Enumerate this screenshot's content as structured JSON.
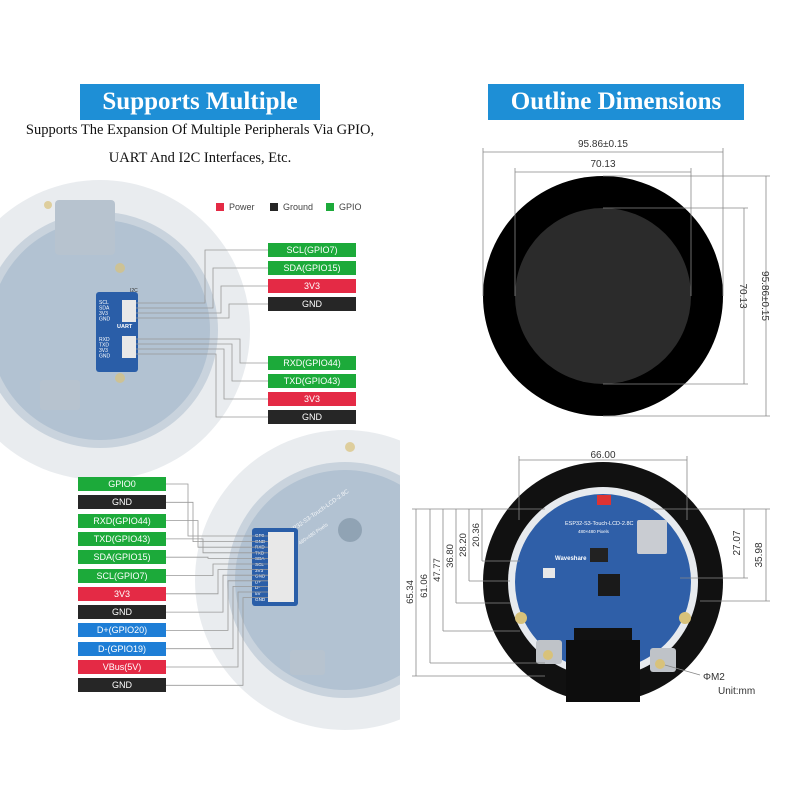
{
  "left": {
    "title": "Supports Multiple",
    "subtitle_line1": "Supports The Expansion Of Multiple Peripherals Via GPIO,",
    "subtitle_line2": "UART And I2C Interfaces, Etc.",
    "legend": [
      {
        "label": "Power",
        "color": "#e42a45"
      },
      {
        "label": "Ground",
        "color": "#262626"
      },
      {
        "label": "GPIO",
        "color": "#1caa3a"
      }
    ],
    "i2c_header": {
      "title": "I2C",
      "pins": [
        "SCL",
        "SDA",
        "3V3",
        "GND"
      ]
    },
    "uart_header": {
      "title": "UART",
      "pins": [
        "RXD",
        "TXD",
        "3V3",
        "GND"
      ]
    },
    "i2c_pins": [
      {
        "label": "SCL(GPIO7)",
        "type": "gpio"
      },
      {
        "label": "SDA(GPIO15)",
        "type": "gpio"
      },
      {
        "label": "3V3",
        "type": "power"
      },
      {
        "label": "GND",
        "type": "ground"
      }
    ],
    "uart_pins": [
      {
        "label": "RXD(GPIO44)",
        "type": "gpio"
      },
      {
        "label": "TXD(GPIO43)",
        "type": "gpio"
      },
      {
        "label": "3V3",
        "type": "power"
      },
      {
        "label": "GND",
        "type": "ground"
      }
    ],
    "fpc_pins": [
      {
        "label": "GPIO0",
        "type": "gpio"
      },
      {
        "label": "GND",
        "type": "ground"
      },
      {
        "label": "RXD(GPIO44)",
        "type": "gpio"
      },
      {
        "label": "TXD(GPIO43)",
        "type": "gpio"
      },
      {
        "label": "SDA(GPIO15)",
        "type": "gpio"
      },
      {
        "label": "SCL(GPIO7)",
        "type": "gpio"
      },
      {
        "label": "3V3",
        "type": "power"
      },
      {
        "label": "GND",
        "type": "ground"
      },
      {
        "label": "D+(GPIO20)",
        "type": "usb"
      },
      {
        "label": "D-(GPIO19)",
        "type": "usb"
      },
      {
        "label": "VBus(5V)",
        "type": "power"
      },
      {
        "label": "GND",
        "type": "ground"
      }
    ],
    "board_label": "ESP32-S3-Touch-LCD-2.8C",
    "board_sublabel": "480×480 Pixels"
  },
  "right": {
    "title": "Outline Dimensions",
    "front_dims": {
      "outer_width": "95.86±0.15",
      "inner_width": "70.13",
      "inner_height": "70.13",
      "outer_height": "95.86±0.15"
    },
    "back_dims": {
      "top_width": "66.00",
      "left": [
        "65.34",
        "61.06",
        "47.77",
        "36.80",
        "28.20",
        "20.36"
      ],
      "right": [
        "27.07",
        "35.98"
      ],
      "hole": "ΦM2",
      "unit": "Unit:mm"
    },
    "board_label": "ESP32-S3-Touch-LCD-2.8C",
    "board_sublabel": "480×480 Pixels",
    "brand": "Waveshare"
  }
}
